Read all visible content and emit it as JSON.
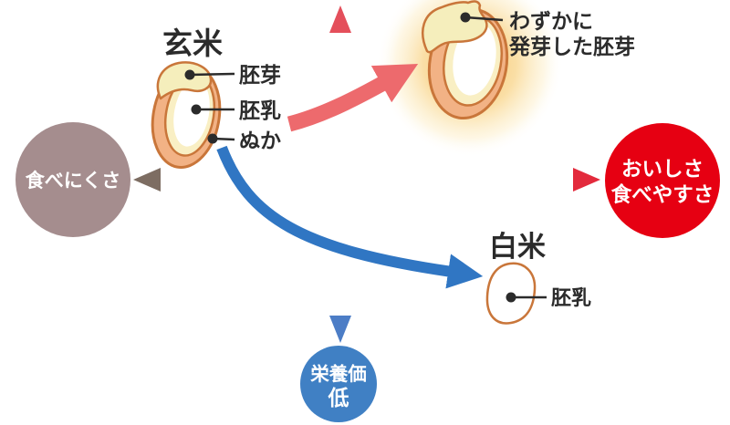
{
  "figure": {
    "genmai": {
      "title": "玄米",
      "germ_label": "胚芽",
      "endosperm_label": "胚乳",
      "bran_label": "ぬか"
    },
    "germinated": {
      "label_line1": "わずかに",
      "label_line2": "発芽した胚芽"
    },
    "hakumai": {
      "title": "白米",
      "endosperm_label": "胚乳"
    },
    "left_badge": {
      "label": "食べにくさ",
      "color": "#a58d8e"
    },
    "right_badge": {
      "line1": "おいしさ",
      "line2": "食べやすさ",
      "color": "#e60012"
    },
    "bottom_badge": {
      "line1": "栄養価",
      "line2": "低",
      "color": "#4080c4"
    },
    "colors": {
      "axis_left": "#7d6d62",
      "axis_right": "#e32a3c",
      "axis_top": "#e44f5b",
      "axis_bottom": "#4c7dc6",
      "curve_up_arrow": "#ed6a6d",
      "curve_down_arrow": "#3076c3",
      "grain_bran": "#f2b285",
      "grain_outline": "#c9763a",
      "grain_endosperm": "#f9efc4",
      "grain_germ": "#f5eebc",
      "ink": "#2b2b2b"
    }
  }
}
